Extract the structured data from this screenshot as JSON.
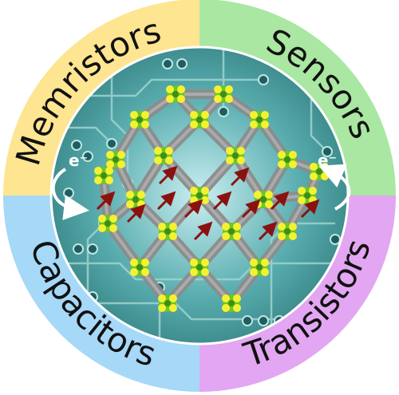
{
  "quadrants": {
    "top_left": {
      "label": "Memristors",
      "color": "#fde591"
    },
    "top_right": {
      "label": "Sensors",
      "color": "#a9e7a2"
    },
    "bottom_left": {
      "label": "Capacitors",
      "color": "#a6d8f7"
    },
    "bottom_right": {
      "label": "Transistors",
      "color": "#e3a6f2"
    }
  },
  "electron_labels": {
    "left": "e⁻",
    "right": "e⁻"
  },
  "colors": {
    "circuit_board": "#3c8f90",
    "circuit_trace": "#9fd3cf",
    "framework_carbon": "#7a7a7a",
    "framework_metal": "#6cc52a",
    "framework_sulfur": "#f4f230",
    "electron_arrow": "#8b1111"
  }
}
